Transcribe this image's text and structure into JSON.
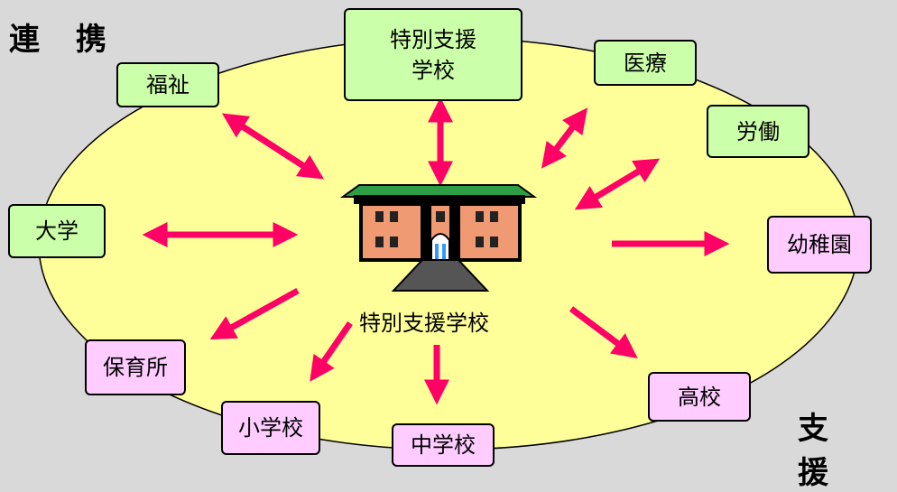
{
  "corners": {
    "top_left": "連 携",
    "bottom_right": "支 援"
  },
  "center": {
    "label": "特別支援学校",
    "icon": "school-building-icon"
  },
  "partners": {
    "special_school": "特別支援\n学校",
    "welfare": "福祉",
    "medical": "医療",
    "labor": "労働",
    "university": "大学",
    "kindergarten": "幼稚園",
    "nursery": "保育所",
    "elementary": "小学校",
    "junior_high": "中学校",
    "high_school": "高校"
  },
  "colors": {
    "background": "#d9d9d9",
    "ellipse": "#ffff99",
    "arrow": "#ff0066",
    "link_box": "#ccffaa",
    "support_box": "#ffccff",
    "roof": "#2e9e44",
    "wall": "#ef9a73",
    "window": "#222222"
  }
}
